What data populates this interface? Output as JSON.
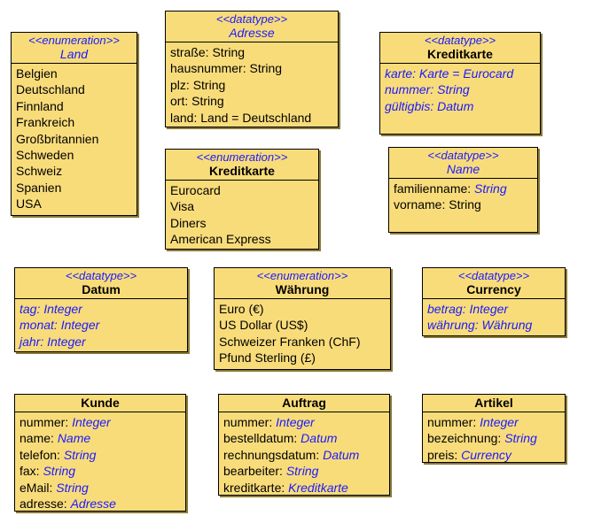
{
  "classes": {
    "land": {
      "stereotype": "<<enumeration>>",
      "name": "Land",
      "values": [
        "Belgien",
        "Deutschland",
        "Finnland",
        "Frankreich",
        "Großbritannien",
        "Schweden",
        "Schweiz",
        "Spanien",
        "USA"
      ]
    },
    "adresse": {
      "stereotype": "<<datatype>>",
      "name": "Adresse",
      "attributes": [
        {
          "name": "straße: ",
          "type": "String"
        },
        {
          "name": "hausnummer: ",
          "type": "String"
        },
        {
          "name": "plz: ",
          "type": "String"
        },
        {
          "name": "ort: ",
          "type": "String"
        },
        {
          "name": "land: ",
          "type": "Land = Deutschland"
        }
      ]
    },
    "kreditkarte_dt": {
      "stereotype": "<<datatype>>",
      "name": "Kreditkarte",
      "attributes": [
        "karte: Karte = Eurocard",
        "nummer: String",
        "gültigbis: Datum"
      ]
    },
    "kreditkarte_enum": {
      "stereotype": "<<enumeration>>",
      "name": "Kreditkarte",
      "values": [
        "Eurocard",
        "Visa",
        "Diners",
        "American Express"
      ]
    },
    "name_dt": {
      "stereotype": "<<datatype>>",
      "name": "Name",
      "attributes": [
        {
          "name": "familienname: ",
          "type": "String"
        },
        {
          "name": "vorname: ",
          "type": "String"
        }
      ]
    },
    "datum": {
      "stereotype": "<<datatype>>",
      "name": "Datum",
      "attributes": [
        "tag: Integer",
        "monat: Integer",
        "jahr: Integer"
      ]
    },
    "waehrung": {
      "stereotype": "<<enumeration>>",
      "name": "Währung",
      "values": [
        "Euro (€)",
        "US Dollar (US$)",
        "Schweizer Franken (ChF)",
        "Pfund Sterling (£)"
      ]
    },
    "currency": {
      "stereotype": "<<datatype>>",
      "name": "Currency",
      "attributes": [
        "betrag: Integer",
        "währung: Währung"
      ]
    },
    "kunde": {
      "name": "Kunde",
      "attributes": [
        {
          "name": "nummer: ",
          "type": "Integer"
        },
        {
          "name": "name: ",
          "type": "Name"
        },
        {
          "name": "telefon: ",
          "type": "String"
        },
        {
          "name": "fax: ",
          "type": "String"
        },
        {
          "name": "eMail: ",
          "type": "String"
        },
        {
          "name": "adresse: ",
          "type": "Adresse"
        }
      ]
    },
    "auftrag": {
      "name": "Auftrag",
      "attributes": [
        {
          "name": "nummer: ",
          "type": "Integer"
        },
        {
          "name": "bestelldatum: ",
          "type": "Datum"
        },
        {
          "name": "rechnungsdatum: ",
          "type": "Datum"
        },
        {
          "name": "bearbeiter: ",
          "type": "String"
        },
        {
          "name": "kreditkarte: ",
          "type": "Kreditkarte"
        }
      ]
    },
    "artikel": {
      "name": "Artikel",
      "attributes": [
        {
          "name": "nummer: ",
          "type": "Integer"
        },
        {
          "name": "bezeichnung: ",
          "type": "String"
        },
        {
          "name": "preis: ",
          "type": "Currency"
        }
      ]
    }
  }
}
